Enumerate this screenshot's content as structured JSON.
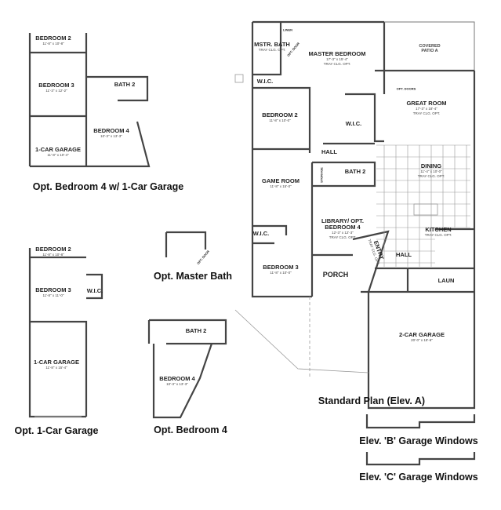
{
  "captions": {
    "opt_bed4_garage": "Opt. Bedroom 4 w/ 1-Car Garage",
    "opt_master_bath": "Opt. Master Bath",
    "standard_plan": "Standard Plan (Elev. A)",
    "opt_1car_garage": "Opt. 1-Car Garage",
    "opt_bedroom4": "Opt. Bedroom 4",
    "elev_b": "Elev. 'B' Garage Windows",
    "elev_c": "Elev. 'C' Garage Windows"
  },
  "standard_plan": {
    "mstr_bath": {
      "name": "MSTR. BATH",
      "note": "TRAY CLG. OPT."
    },
    "linen": "LINEN",
    "opt_door": "OPT. DOOR",
    "master_bedroom": {
      "name": "MASTER BEDROOM",
      "dims": "17'-3\" x 15'-4\"",
      "note": "TRAY CLG. OPT."
    },
    "covered_patio": {
      "name": "COVERED",
      "name2": "PATIO A"
    },
    "wic1": "W.I.C.",
    "opt_doors": "OPT. DOORS",
    "great_room": {
      "name": "GREAT ROOM",
      "dims": "17'-3\" x 18'-4\"",
      "note": "TRAY CLG. OPT."
    },
    "bedroom2": {
      "name": "BEDROOM 2",
      "dims": "11'-8\" x 10'-0\""
    },
    "wic2": "W.I.C.",
    "hall1": "HALL",
    "dining": {
      "name": "DINING",
      "dims": "11'-4\" x 10'-0\"",
      "note": "TRAY CLG. OPT."
    },
    "game_room": {
      "name": "GAME ROOM",
      "dims": "11'-8\" x 15'-0\""
    },
    "storage": "STORAGE",
    "bath2": "BATH 2",
    "library": {
      "name": "LIBRARY/ OPT.",
      "name2": "BEDROOM 4",
      "dims": "12'-3\" x 12'-3\"",
      "note": "TRAY CLG. OPT."
    },
    "wic3": "W.I.C.",
    "kitchen": {
      "name": "KITCHEN",
      "note": "TRAY CLG. OPT."
    },
    "entry": {
      "name": "ENTRY",
      "note": "TRAY CLG. OPT."
    },
    "hall2": "HALL",
    "bedroom3": {
      "name": "BEDROOM 3",
      "dims": "11'-8\" x 10'-0\""
    },
    "porch": "PORCH",
    "laun": "LAUN",
    "garage": {
      "name": "2-CAR GARAGE",
      "dims": "20'-0\" x 18'-6\""
    }
  },
  "opt_bed4_garage": {
    "bedroom2": {
      "name": "BEDROOM 2",
      "dims": "11'-8\" x 10'-8\""
    },
    "bedroom3": {
      "name": "BEDROOM 3",
      "dims": "11'-3\" x 12'-2\""
    },
    "bath2": "BATH 2",
    "bedroom4": {
      "name": "BEDROOM 4",
      "dims": "10'-3\" x 13'-3\""
    },
    "garage": {
      "name": "1-CAR GARAGE",
      "dims": "11'-8\" x 10'-4\""
    }
  },
  "opt_1car": {
    "bedroom2": {
      "name": "BEDROOM 2",
      "dims": "11'-8\" x 10'-8\""
    },
    "bedroom3": {
      "name": "BEDROOM 3",
      "dims": "11'-8\" x 11'-0\""
    },
    "wic": "W.I.C.",
    "garage": {
      "name": "1-CAR GARAGE",
      "dims": "11'-8\" x 15'-4\""
    }
  },
  "opt_master_bath": {
    "opt_door": "OPT. DOOR"
  },
  "opt_bed4": {
    "bath2": "BATH 2",
    "bedroom4": {
      "name": "BEDROOM 4",
      "dims": "10'-3\" x 13'-3\""
    }
  }
}
